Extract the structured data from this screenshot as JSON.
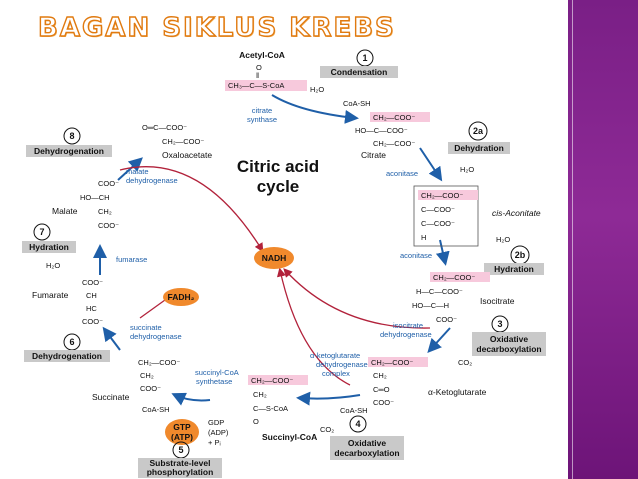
{
  "title": "BAGAN SIKLUS KREBS",
  "center": {
    "line1": "Citric acid",
    "line2": "cycle"
  },
  "hubs": {
    "nadh": "NADH",
    "fadh2": "FADH₂",
    "gtp1": "GTP",
    "gtp2": "(ATP)"
  },
  "steps": [
    {
      "num": "1",
      "label": "Condensation"
    },
    {
      "num": "2a",
      "label": "Dehydration"
    },
    {
      "num": "2b",
      "label": "Hydration"
    },
    {
      "num": "3",
      "label": "Oxidative",
      "label2": "decarboxylation"
    },
    {
      "num": "4",
      "label": "Oxidative",
      "label2": "decarboxylation"
    },
    {
      "num": "5",
      "label": "Substrate-level",
      "label2": "phosphorylation"
    },
    {
      "num": "6",
      "label": "Dehydrogenation"
    },
    {
      "num": "7",
      "label": "Hydration"
    },
    {
      "num": "8",
      "label": "Dehydrogenation"
    }
  ],
  "compounds": {
    "acetylcoa": "Acetyl-CoA",
    "citrate": "Citrate",
    "cisaconitate": "cis-Aconitate",
    "isocitrate": "Isocitrate",
    "ketoglutarate": "α-Ketoglutarate",
    "succinylcoa": "Succinyl-CoA",
    "succinate": "Succinate",
    "fumarate": "Fumarate",
    "malate": "Malate",
    "oxaloacetate": "Oxaloacetate"
  },
  "enzymes": {
    "citrate_synthase": [
      "citrate",
      "synthase"
    ],
    "aconitase1": "aconitase",
    "aconitase2": "aconitase",
    "isocitrate_dh": [
      "isocitrate",
      "dehydrogenase"
    ],
    "akg_dh": [
      "α-ketoglutarate",
      "dehydrogenase",
      "complex"
    ],
    "succinyl_synthetase": [
      "succinyl-CoA",
      "synthetase"
    ],
    "succinate_dh": [
      "succinate",
      "dehydrogenase"
    ],
    "fumarase": "fumarase",
    "malate_dh": [
      "malate",
      "dehydrogenase"
    ]
  },
  "molecules": {
    "h2o": "H₂O",
    "coash": "CoA-SH",
    "co2": "CO₂",
    "gdp": [
      "GDP",
      "(ADP)",
      "+ Pᵢ"
    ],
    "acetyl_struct": [
      "O",
      "‖",
      "CH₃—C—S-CoA"
    ],
    "citrate_struct": [
      "CH₂—COO⁻",
      "HO—C—COO⁻",
      "CH₂—COO⁻"
    ],
    "cisacon_struct": [
      "CH₂—COO⁻",
      "C—COO⁻",
      "C—COO⁻",
      "H"
    ],
    "isocit_struct": [
      "CH₂—COO⁻",
      "H—C—COO⁻",
      "HO—C—H",
      "COO⁻"
    ],
    "akg_struct": [
      "CH₂—COO⁻",
      "CH₂",
      "C═O",
      "COO⁻"
    ],
    "succcoa_struct": [
      "CH₂—COO⁻",
      "CH₂",
      "C—S-CoA",
      "O"
    ],
    "succ_struct": [
      "CH₂—COO⁻",
      "CH₂",
      "COO⁻"
    ],
    "fum_struct": [
      "COO⁻",
      "CH",
      "HC",
      "COO⁻"
    ],
    "mal_struct": [
      "COO⁻",
      "HO—CH",
      "CH₂",
      "COO⁻"
    ],
    "oxa_struct": [
      "O═C—COO⁻",
      "CH₂—COO⁻"
    ]
  },
  "colors": {
    "band": "#7a1f86",
    "enzyme": "#1f5fa8",
    "nadh": "#f0892c",
    "label_bg": "#c9c9c9",
    "highlight": "#f7c9dc",
    "red_path": "#b2223b"
  }
}
